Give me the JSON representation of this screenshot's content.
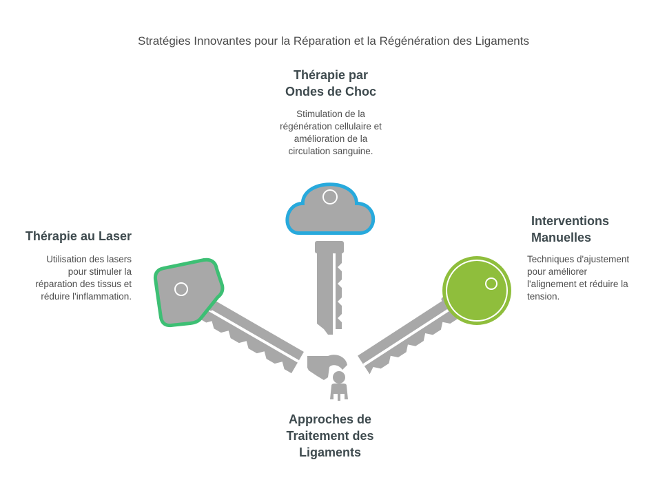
{
  "title": "Stratégies Innovantes pour la Réparation et la Régénération des Ligaments",
  "center": {
    "label_lines": [
      "Approches de",
      "Traitement des",
      "Ligaments"
    ],
    "icon": "hand-holding-person-icon"
  },
  "items": [
    {
      "key": "laser",
      "title": "Thérapie au Laser",
      "description_lines": [
        "Utilisation des lasers",
        "pour stimuler la",
        "réparation des tissus et",
        "réduire l'inflammation."
      ],
      "color": "#3dbf74",
      "icon": "key-icon"
    },
    {
      "key": "shockwave",
      "title_lines": [
        "Thérapie par",
        "Ondes de Choc"
      ],
      "description_lines": [
        "Stimulation de la",
        "régénération cellulaire et",
        "amélioration de la",
        "circulation sanguine."
      ],
      "color": "#27a9dc",
      "icon": "key-icon"
    },
    {
      "key": "manual",
      "title_lines": [
        "Interventions",
        "Manuelles"
      ],
      "description_lines": [
        "Techniques d'ajustement",
        "pour améliorer",
        "l'alignement et réduire la",
        "tension."
      ],
      "color": "#8fbe3c",
      "icon": "key-icon"
    }
  ]
}
